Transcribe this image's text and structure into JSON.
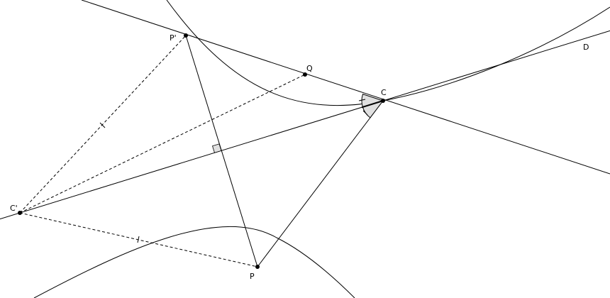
{
  "points": {
    "p_prime": "P'",
    "q": "Q",
    "c": "C",
    "c_prime": "C'",
    "p": "P"
  },
  "lines": {
    "d": "D"
  },
  "colors": {
    "stroke": "#000000",
    "fill_angle": "#e0e0e0"
  }
}
